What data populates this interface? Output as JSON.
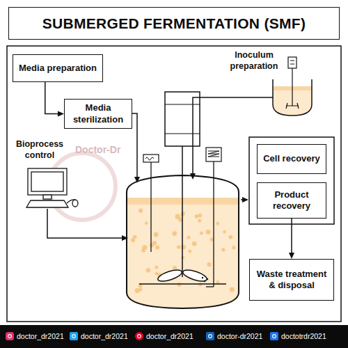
{
  "diagram": {
    "title": "SUBMERGED FERMENTATION (SMF)",
    "nodes": [
      {
        "text": [
          "Media preparation"
        ]
      },
      {
        "text": [
          "Media sterilization"
        ]
      },
      {
        "text": [
          "Cell recovery"
        ]
      },
      {
        "text": [
          "Product recovery"
        ]
      },
      {
        "text": [
          "Waste treatment & disposal"
        ]
      }
    ],
    "edges": [
      {
        "from": 0,
        "to": 1,
        "arrow": "to"
      },
      {
        "from": 3,
        "to": 4,
        "arrow": "to"
      }
    ],
    "labels": [
      "Bioprocess control",
      "Inoculum preparation",
      "Doctor-Dr",
      "doctor_dr2021",
      "doctor_dr2021",
      "doctor_dr2021",
      "doctor-dr2021",
      "doctotrdr2021"
    ]
  }
}
